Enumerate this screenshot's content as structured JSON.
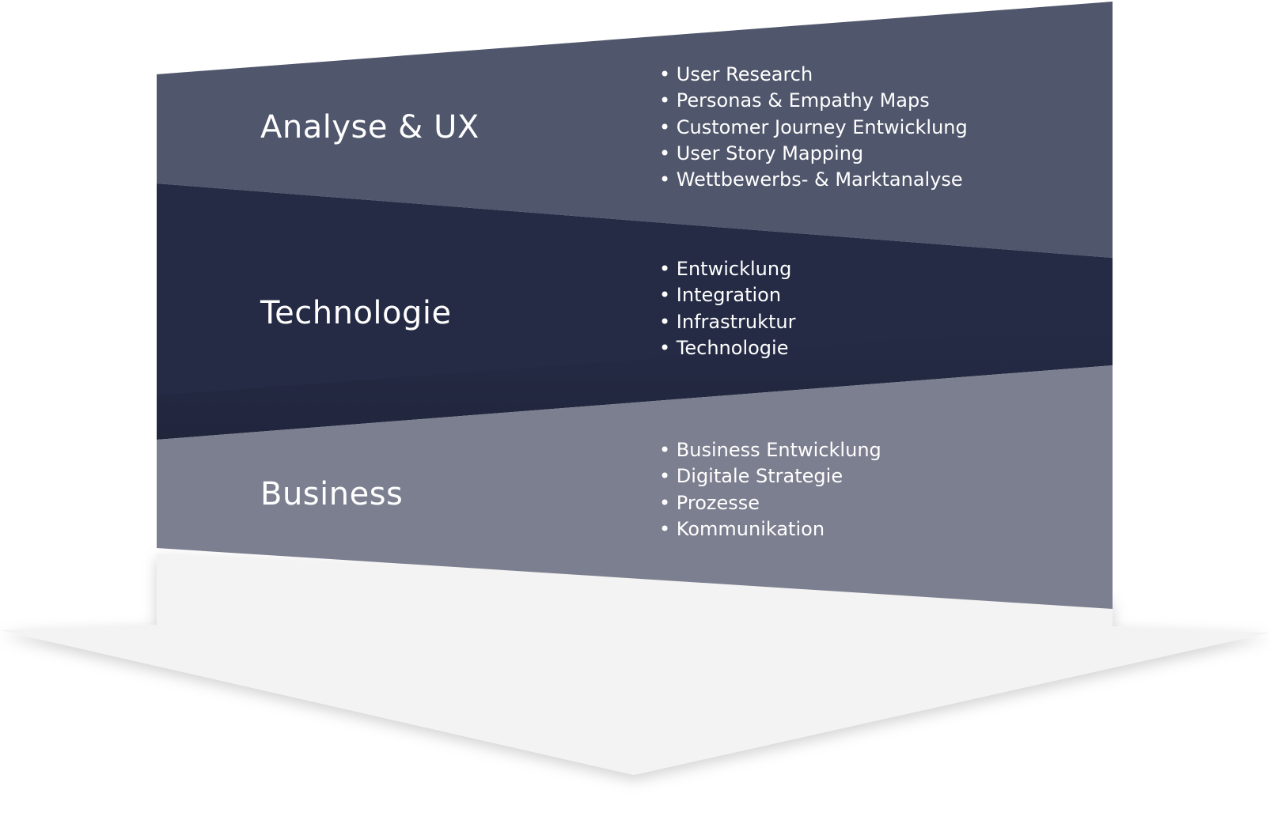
{
  "diagram": {
    "colors": {
      "layer_top": "#50566b",
      "layer_middle": "#252b45",
      "layer_bottom": "#7c7f8f",
      "arrow": "#f3f3f3",
      "text": "#ffffff"
    },
    "layers": [
      {
        "title": "Analyse & UX",
        "items": [
          "User Research",
          "Personas & Empathy Maps",
          "Customer Journey Entwicklung",
          "User Story Mapping",
          "Wettbewerbs- & Marktanalyse"
        ]
      },
      {
        "title": "Technologie",
        "items": [
          "Entwicklung",
          "Integration",
          "Infrastruktur",
          "Technologie"
        ]
      },
      {
        "title": "Business",
        "items": [
          "Business Entwicklung",
          "Digitale Strategie",
          "Prozesse",
          "Kommunikation"
        ]
      }
    ]
  }
}
